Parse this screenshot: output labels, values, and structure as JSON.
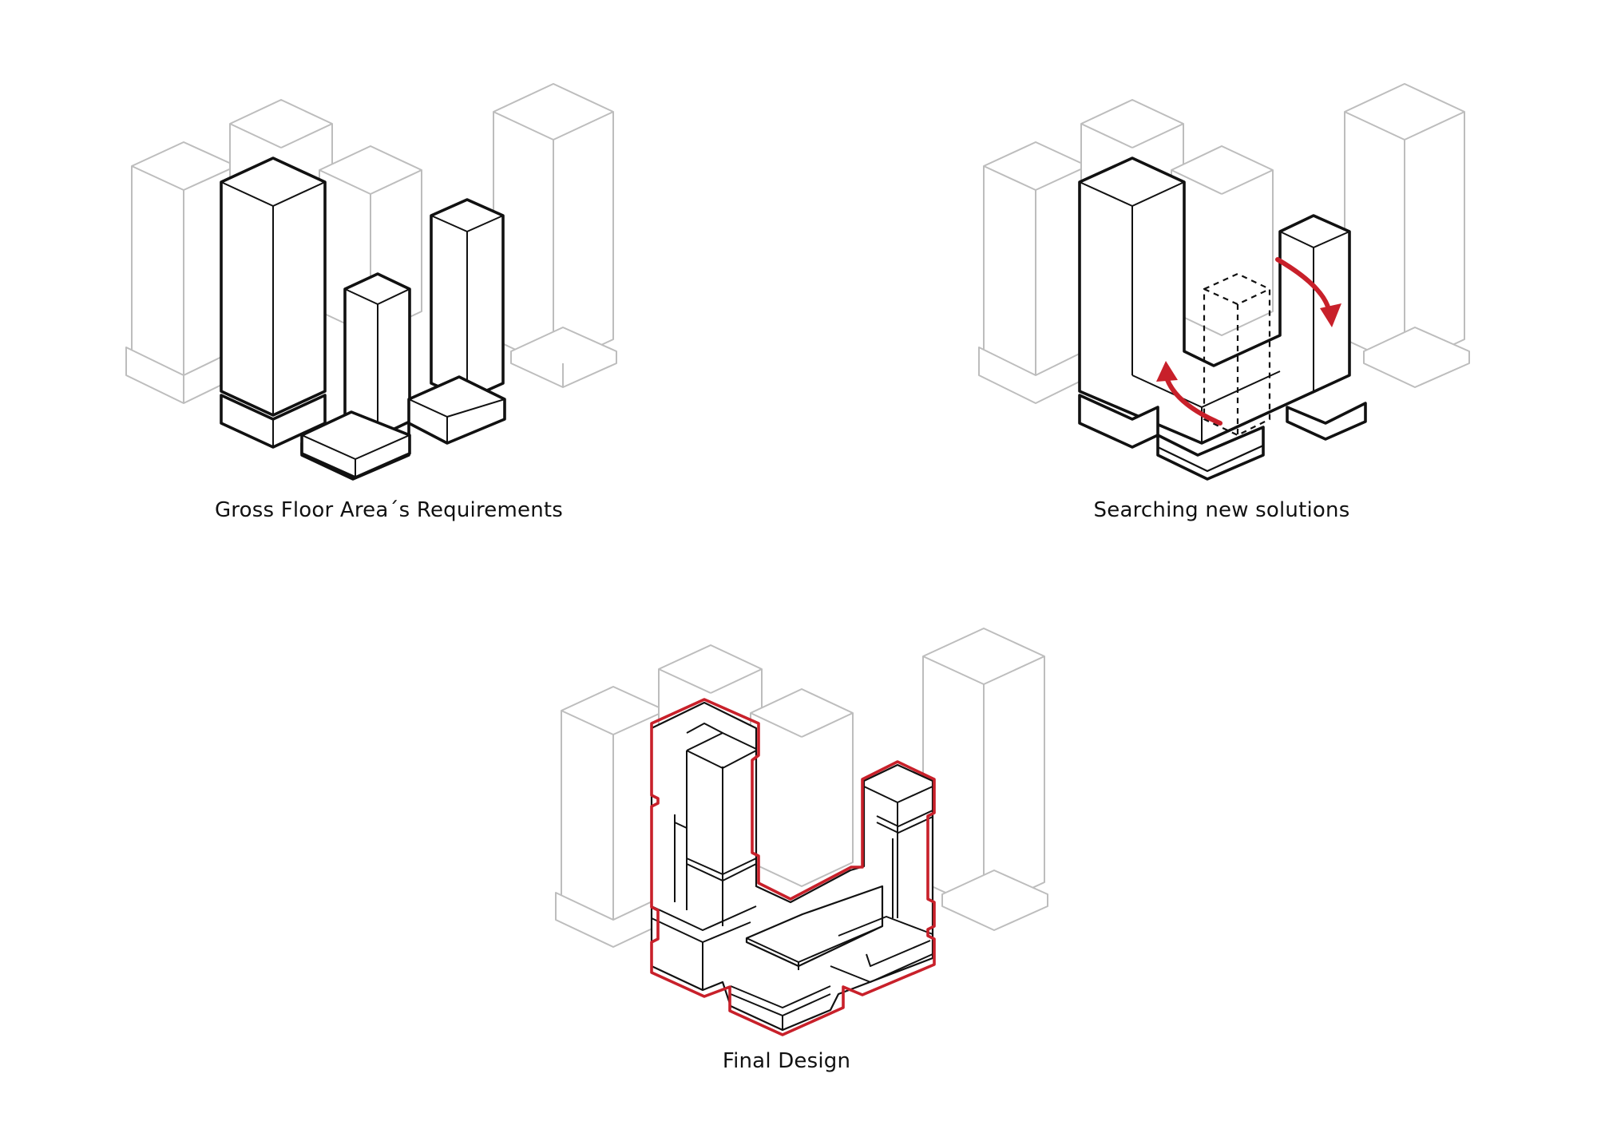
{
  "panels": [
    {
      "id": "gfa",
      "caption": "Gross Floor Area´s Requirements"
    },
    {
      "id": "search",
      "caption": "Searching new solutions"
    },
    {
      "id": "final",
      "caption": "Final Design"
    }
  ],
  "colors": {
    "context": "#bdbdbd",
    "ink": "#111111",
    "accent": "#c8202a",
    "background": "#ffffff"
  }
}
